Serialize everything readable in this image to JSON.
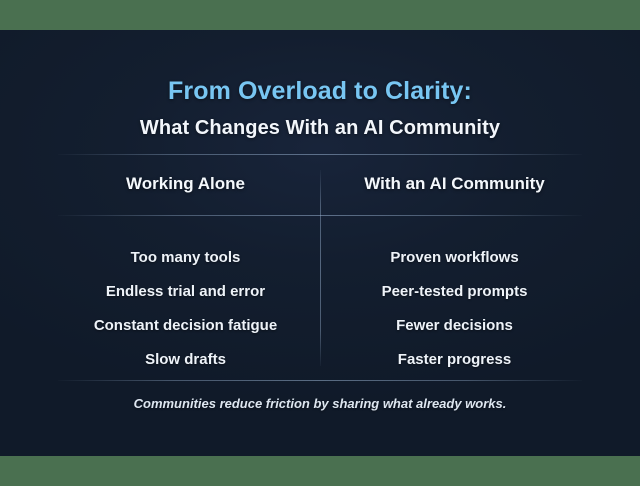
{
  "slide": {
    "title": "From Overload to Clarity:",
    "subtitle": "What Changes With an AI Community",
    "footnote": "Communities reduce friction by sharing what already works.",
    "colors": {
      "accent_title": "#78c6f2",
      "background": "#111c2c",
      "band": "#4a7050",
      "text": "#f2f6fb",
      "divider": "#96afcd"
    },
    "columns": [
      {
        "header": "Working Alone",
        "items": [
          "Too many tools",
          "Endless trial and error",
          "Constant decision fatigue",
          "Slow drafts"
        ]
      },
      {
        "header": "With an AI Community",
        "items": [
          "Proven workflows",
          "Peer-tested prompts",
          "Fewer decisions",
          "Faster progress"
        ]
      }
    ]
  }
}
